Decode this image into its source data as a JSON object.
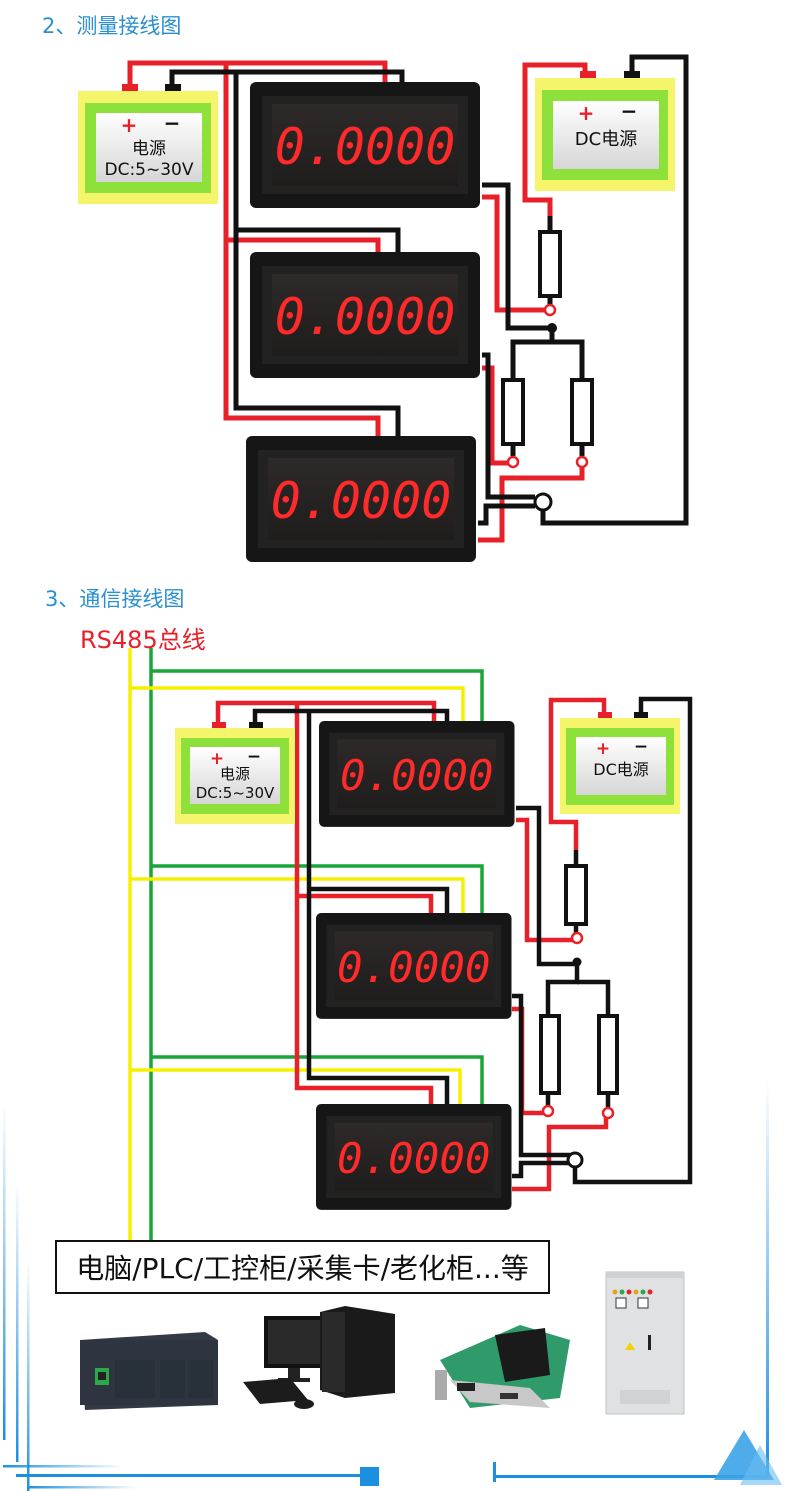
{
  "sections": {
    "measurement": {
      "title": "2、测量接线图"
    },
    "communication": {
      "title": "3、通信接线图",
      "bus_label": "RS485总线"
    }
  },
  "power_supply_meter": {
    "plus": "+",
    "minus": "−",
    "line1": "电源",
    "line2": "DC:5~30V"
  },
  "power_supply_dc": {
    "plus": "+",
    "minus": "−",
    "label": "DC电源"
  },
  "meter_reading": "0.0000",
  "devices_caption": "电脑/PLC/工控柜/采集卡/老化柜...等",
  "devices": [
    {
      "icon": "plc-icon"
    },
    {
      "icon": "desktop-computer-icon"
    },
    {
      "icon": "acquisition-card-icon"
    },
    {
      "icon": "control-cabinet-icon"
    }
  ],
  "colors": {
    "title_blue": "#2a8fd0",
    "wire_red": "#e8202a",
    "wire_black": "#111111",
    "wire_yellow": "#f5f000",
    "wire_green": "#1aa53a",
    "psu_outer": "#f4f56a",
    "psu_inner": "#8ee03a",
    "accent_blue": "#1c8fe0"
  }
}
